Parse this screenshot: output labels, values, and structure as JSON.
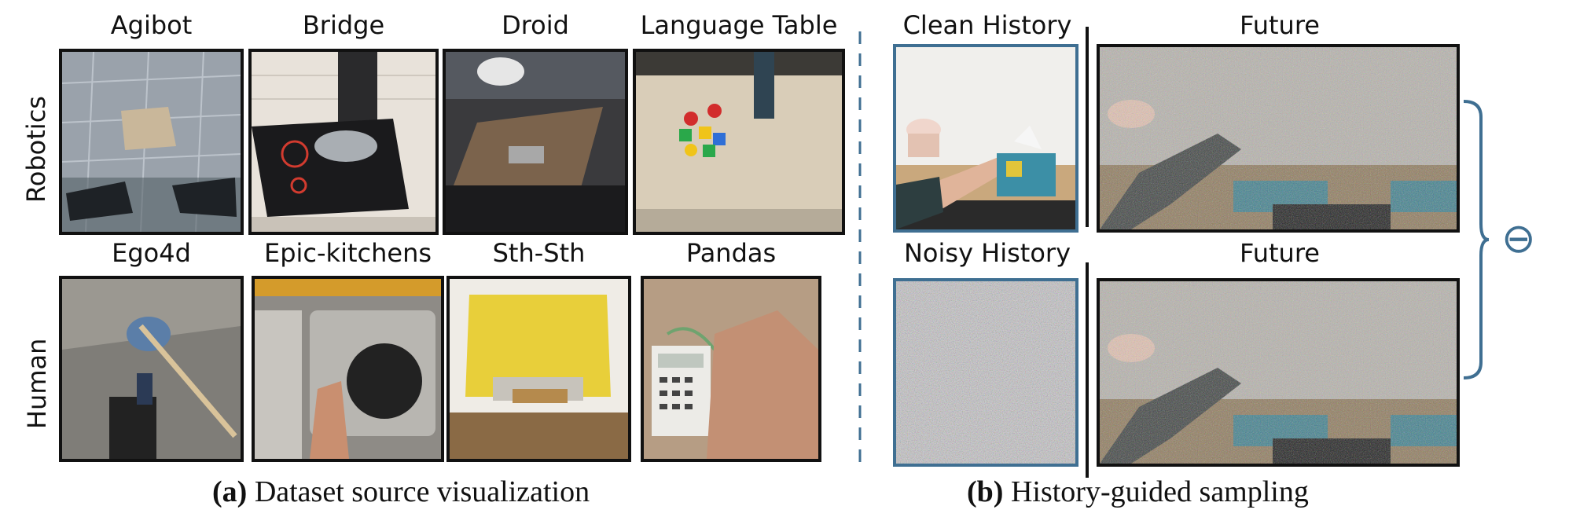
{
  "panel_a": {
    "row_labels": [
      "Robotics",
      "Human"
    ],
    "robotics": [
      "Agibot",
      "Bridge",
      "Droid",
      "Language Table"
    ],
    "human": [
      "Ego4d",
      "Epic-kitchens",
      "Sth-Sth",
      "Pandas"
    ],
    "caption_prefix": "(a)",
    "caption_text": "Dataset source visualization"
  },
  "panel_b": {
    "clean_history": "Clean History",
    "noisy_history": "Noisy History",
    "future_top": "Future",
    "future_bottom": "Future",
    "operator_symbol": "⊖",
    "caption_prefix": "(b)",
    "caption_text": "History-guided sampling"
  }
}
